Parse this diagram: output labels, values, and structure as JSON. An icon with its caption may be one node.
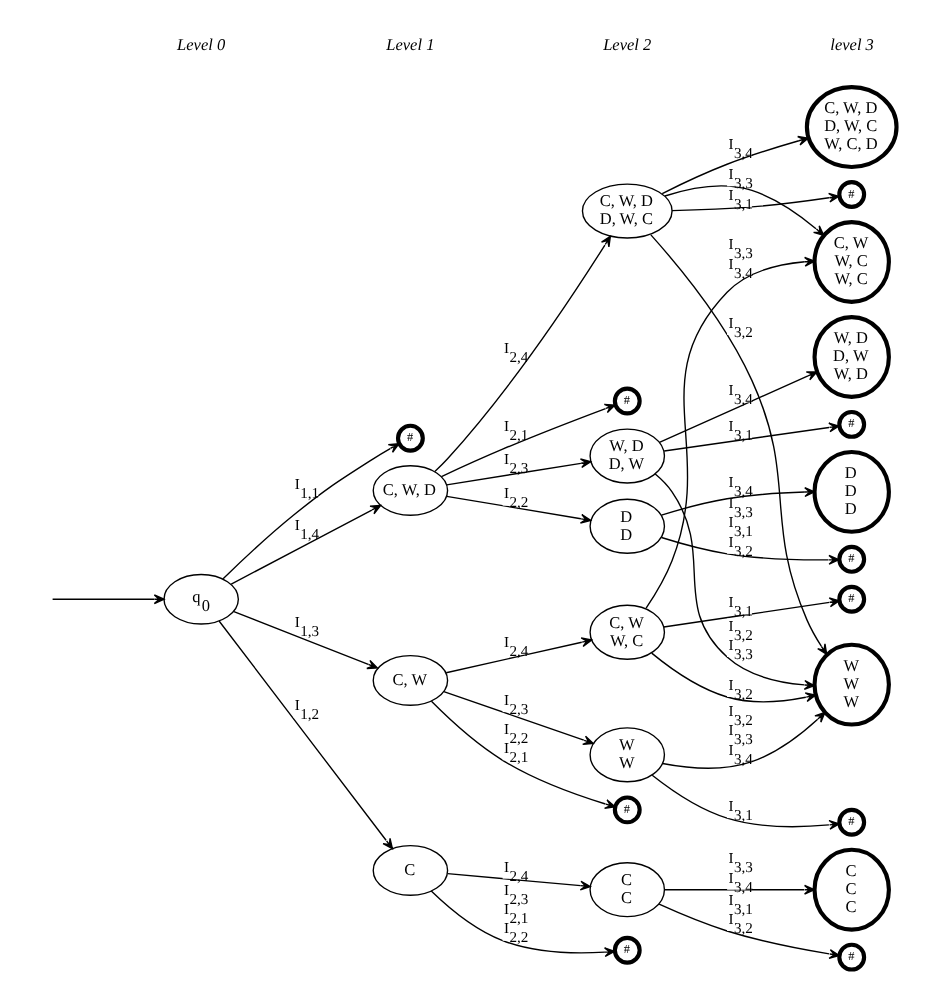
{
  "diagram": {
    "nodes": [
      {
        "text": [
          "q$_{0}$"
        ]
      },
      {
        "text": [
          "#"
        ]
      },
      {
        "text": [
          "C, W, D"
        ]
      },
      {
        "text": [
          "C, W"
        ]
      },
      {
        "text": [
          "C"
        ]
      },
      {
        "text": [
          "#"
        ]
      },
      {
        "text": [
          "#"
        ]
      },
      {
        "text": [
          "#"
        ]
      },
      {
        "text": [
          "C, W, D",
          "D, W, C"
        ]
      },
      {
        "text": [
          "#"
        ]
      },
      {
        "text": [
          "C, W",
          "W, C"
        ]
      },
      {
        "text": [
          "#"
        ]
      },
      {
        "text": [
          "W, D",
          "D, W"
        ]
      },
      {
        "text": [
          "#"
        ]
      },
      {
        "text": [
          "W",
          "W"
        ]
      },
      {
        "text": [
          "#"
        ]
      },
      {
        "text": [
          "D",
          "D"
        ]
      },
      {
        "text": [
          "#"
        ]
      },
      {
        "text": [
          "C",
          "C"
        ]
      },
      {
        "text": [
          "#"
        ]
      },
      {
        "text": [
          "C, W, D",
          "D, W, C",
          "W, C, D"
        ]
      },
      {
        "text": [
          "C, W",
          "W, C",
          "W, C"
        ]
      },
      {
        "text": [
          "W, D",
          "D, W",
          "W, D"
        ]
      },
      {
        "text": [
          "W",
          "W",
          "W"
        ]
      },
      {
        "text": [
          "D",
          "D",
          "D"
        ]
      },
      {
        "text": [
          "C",
          "C",
          "C"
        ]
      }
    ],
    "edges": [
      {
        "from": null,
        "to": 0,
        "arrow": "to"
      },
      {
        "from": 0,
        "to": 1,
        "arrow": "to",
        "label": "I$_{1,1}$"
      },
      {
        "from": 0,
        "to": 2,
        "arrow": "to",
        "label": "I$_{1,4}$"
      },
      {
        "from": 0,
        "to": 3,
        "arrow": "to",
        "label": "I$_{1,3}$"
      },
      {
        "from": 0,
        "to": 4,
        "arrow": "to",
        "label": "I$_{1,2}$"
      },
      {
        "from": 2,
        "to": 8,
        "arrow": "to",
        "label": "I$_{2,4}$"
      },
      {
        "from": 2,
        "to": 5,
        "arrow": "to",
        "label": "I$_{2,1}$"
      },
      {
        "from": 2,
        "to": 12,
        "arrow": "to",
        "label": "I$_{2,3}$"
      },
      {
        "from": 2,
        "to": 16,
        "arrow": "to",
        "label": "I$_{2,2}$"
      },
      {
        "from": 3,
        "to": 10,
        "arrow": "to",
        "label": "I$_{2,4}$"
      },
      {
        "from": 3,
        "to": 14,
        "arrow": "to",
        "label": "I$_{2,3}$"
      },
      {
        "from": 3,
        "to": 6,
        "arrow": "to",
        "label": "I$_{2,2}$ I$_{2,1}$"
      },
      {
        "from": 4,
        "to": 18,
        "arrow": "to",
        "label": "I$_{2,4}$"
      },
      {
        "from": 4,
        "to": 7,
        "arrow": "to",
        "label": "I$_{2,3}$ I$_{2,1}$ I$_{2,2}$"
      },
      {
        "from": 8,
        "to": 20,
        "arrow": "to",
        "label": "I$_{3,4}$"
      },
      {
        "from": 8,
        "to": 21,
        "arrow": "to",
        "label": "I$_{3,3}$"
      },
      {
        "from": 8,
        "to": 9,
        "arrow": "to",
        "label": "I$_{3,1}$"
      },
      {
        "from": 8,
        "to": 23,
        "arrow": "to",
        "label": "I$_{3,2}$"
      },
      {
        "from": 10,
        "to": 21,
        "arrow": "to",
        "label": "I$_{3,3}$ I$_{3,4}$"
      },
      {
        "from": 10,
        "to": 11,
        "arrow": "to",
        "label": "I$_{3,1}$"
      },
      {
        "from": 10,
        "to": 23,
        "arrow": "to",
        "label": "I$_{3,2}$"
      },
      {
        "from": 12,
        "to": 22,
        "arrow": "to",
        "label": "I$_{3,4}$"
      },
      {
        "from": 12,
        "to": 13,
        "arrow": "to",
        "label": "I$_{3,1}$"
      },
      {
        "from": 12,
        "to": 23,
        "arrow": "to",
        "label": "I$_{3,2}$ I$_{3,3}$"
      },
      {
        "from": 14,
        "to": 23,
        "arrow": "to",
        "label": "I$_{3,2}$ I$_{3,3}$ I$_{3,4}$"
      },
      {
        "from": 14,
        "to": 15,
        "arrow": "to",
        "label": "I$_{3,1}$"
      },
      {
        "from": 16,
        "to": 24,
        "arrow": "to",
        "label": "I$_{3,4}$"
      },
      {
        "from": 16,
        "to": 17,
        "arrow": "to",
        "label": "I$_{3,3}$ I$_{3,1}$ I$_{3,2}$"
      },
      {
        "from": 18,
        "to": 25,
        "arrow": "to",
        "label": "I$_{3,3}$ I$_{3,4}$"
      },
      {
        "from": 18,
        "to": 19,
        "arrow": "to",
        "label": "I$_{3,1}$ I$_{3,2}$"
      }
    ],
    "labels": [
      "Level 0",
      "Level 1",
      "Level 2",
      "level 3"
    ]
  }
}
